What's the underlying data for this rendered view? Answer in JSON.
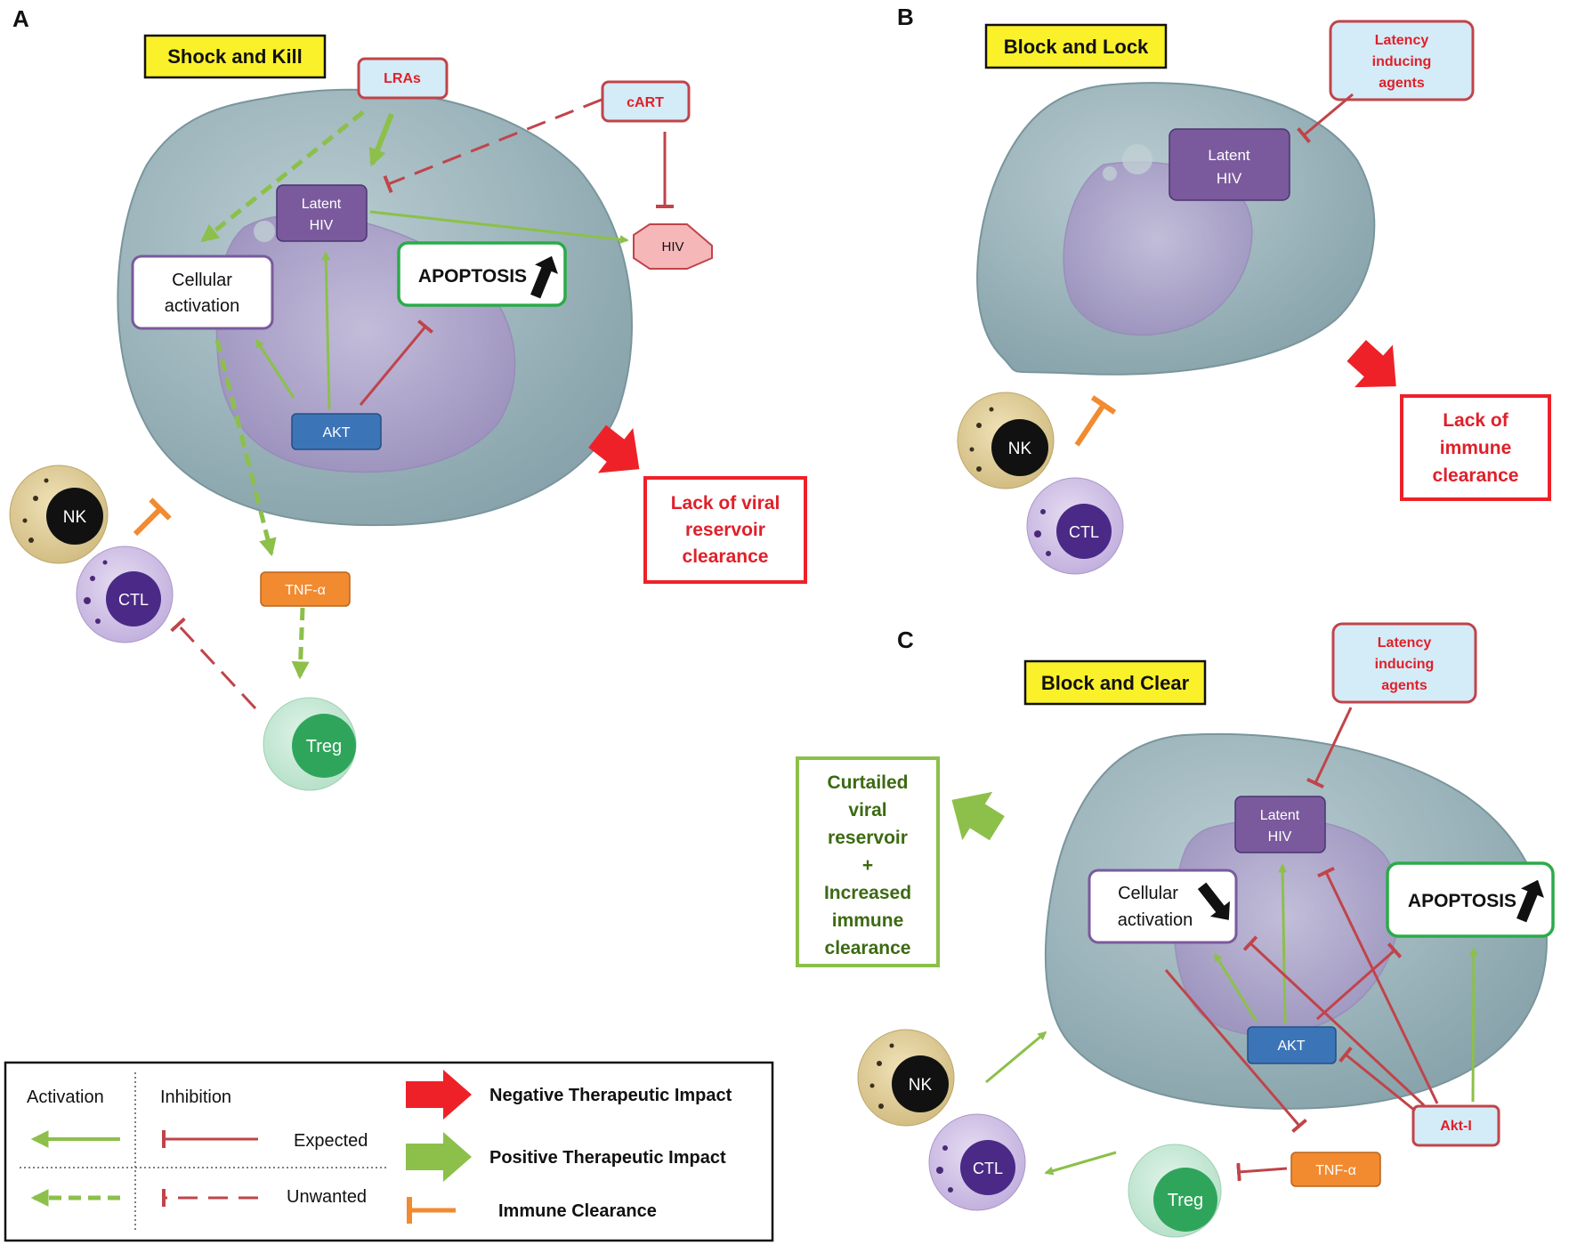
{
  "colors": {
    "activation_green": "#8cc04a",
    "inhibition_red": "#c0444a",
    "negative_red": "#ee2128",
    "immune_orange": "#f28a30",
    "cell_fill": "#93aeb5",
    "nucleus_fill": "#a79bc4",
    "latent_hiv_fill": "#7a5a9c",
    "akt_fill": "#3c74b8",
    "title_yellow": "#fbf12a",
    "agent_box_fill": "#d4ecf7"
  },
  "panels": {
    "a": {
      "letter": "A",
      "title": "Shock and Kill",
      "lras": "LRAs",
      "cart": "cART",
      "latent_hiv": [
        "Latent",
        "HIV"
      ],
      "hiv": "HIV",
      "cellular_activation": [
        "Cellular",
        "activation"
      ],
      "apoptosis": "APOPTOSIS",
      "akt": "AKT",
      "outcome": [
        "Lack of viral",
        "reservoir",
        "clearance"
      ],
      "nk": "NK",
      "ctl": "CTL",
      "tnf": "TNF-α",
      "treg": "Treg"
    },
    "b": {
      "letter": "B",
      "title": "Block and Lock",
      "agent": [
        "Latency",
        "inducing",
        "agents"
      ],
      "latent_hiv": [
        "Latent",
        "HIV"
      ],
      "outcome": [
        "Lack of",
        "immune",
        "clearance"
      ],
      "nk": "NK",
      "ctl": "CTL"
    },
    "c": {
      "letter": "C",
      "title": "Block and Clear",
      "agent": [
        "Latency",
        "inducing",
        "agents"
      ],
      "latent_hiv": [
        "Latent",
        "HIV"
      ],
      "cellular_activation": [
        "Cellular",
        "activation"
      ],
      "apoptosis": "APOPTOSIS",
      "akt": "AKT",
      "akt_i": "Akt-I",
      "tnf": "TNF-α",
      "treg": "Treg",
      "nk": "NK",
      "ctl": "CTL",
      "outcome": [
        "Curtailed",
        "viral",
        "reservoir",
        "+",
        "Increased",
        "immune",
        "clearance"
      ]
    }
  },
  "legend": {
    "activation": "Activation",
    "inhibition": "Inhibition",
    "expected": "Expected",
    "unwanted": "Unwanted",
    "negative": "Negative Therapeutic Impact",
    "positive": "Positive Therapeutic Impact",
    "immune": "Immune Clearance"
  }
}
